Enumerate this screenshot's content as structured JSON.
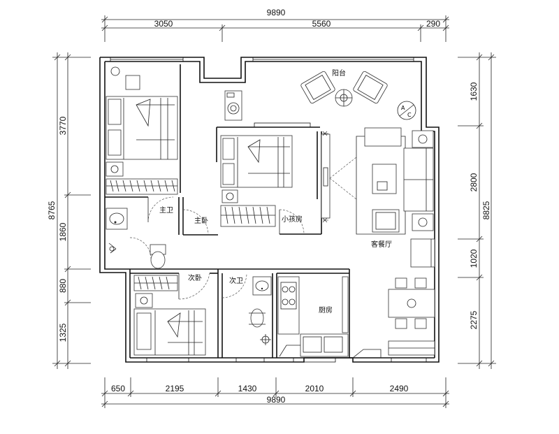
{
  "dimensions": {
    "top_total": "9890",
    "top_segments": [
      "3050",
      "5560",
      "290"
    ],
    "bottom_segments": [
      "650",
      "2195",
      "1430",
      "2010",
      "2490"
    ],
    "bottom_total": "9890",
    "left_total": "8765",
    "left_segments": [
      "3770",
      "1860",
      "880",
      "1325"
    ],
    "right_segments": [
      "1630",
      "2800",
      "1020",
      "2275"
    ],
    "right_total": "8825"
  },
  "rooms": {
    "balcony": "阳台",
    "master_bath": "主卫",
    "master_bedroom": "主卧",
    "kids_room": "小孩房",
    "living_dining": "客餐厅",
    "second_bedroom": "次卧",
    "second_bath": "次卫",
    "kitchen": "厨房"
  },
  "symbols": {
    "ac": "A/C"
  }
}
